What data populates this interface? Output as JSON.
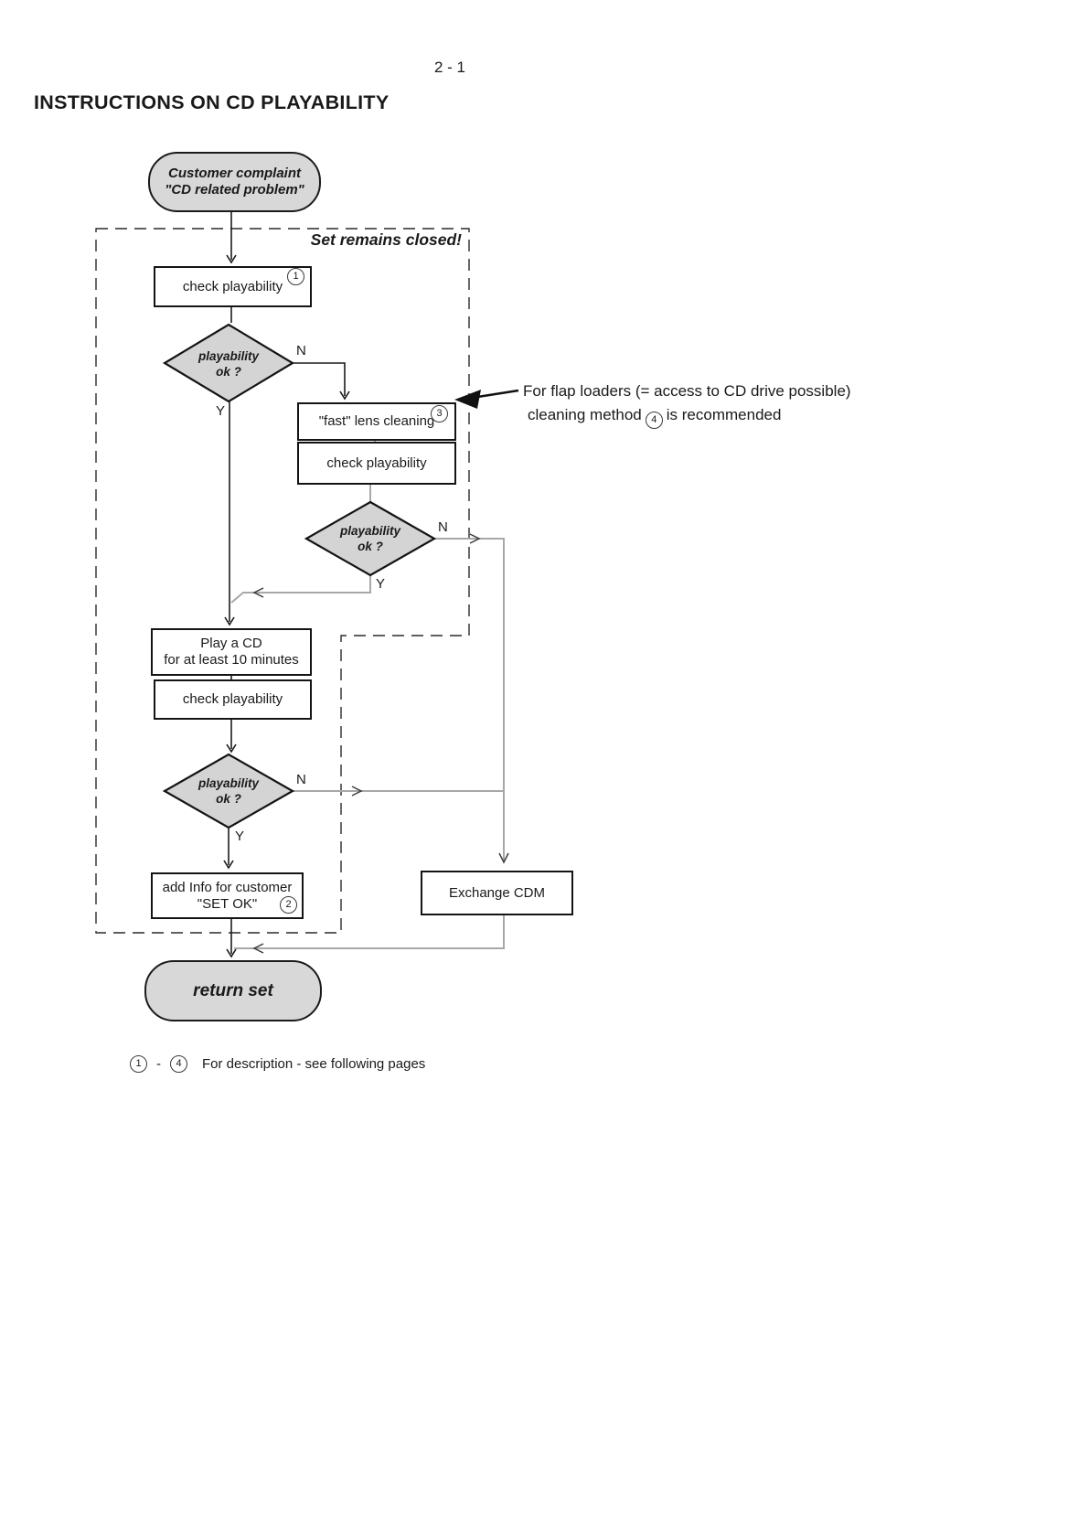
{
  "page": {
    "number": "2 - 1",
    "title": "INSTRUCTIONS ON CD PLAYABILITY"
  },
  "colors": {
    "shape_fill": "#d8d8d8",
    "shape_border": "#141414",
    "connector_black": "#1c1c1c",
    "connector_gray": "#a8a8a8"
  },
  "flowchart": {
    "start": {
      "line1": "Customer complaint",
      "line2": "\"CD related problem\""
    },
    "region_label": "Set remains closed!",
    "check1": {
      "label": "check playability",
      "badge": "1"
    },
    "decision1": {
      "line1": "playability",
      "line2": "ok ?",
      "no": "N",
      "yes": "Y"
    },
    "fast_clean": {
      "label": "\"fast\" lens cleaning",
      "badge": "3"
    },
    "check2": {
      "label": "check playability"
    },
    "decision2": {
      "line1": "playability",
      "line2": "ok ?",
      "no": "N",
      "yes": "Y"
    },
    "play_cd": {
      "line1": "Play a CD",
      "line2": "for at least 10 minutes"
    },
    "check3": {
      "label": "check playability"
    },
    "decision3": {
      "line1": "playability",
      "line2": "ok ?",
      "no": "N",
      "yes": "Y"
    },
    "add_info": {
      "line1": "add Info for customer",
      "line2": "\"SET OK\"",
      "badge": "2"
    },
    "exchange": {
      "label": "Exchange CDM"
    },
    "end": {
      "label": "return set"
    },
    "annotation": {
      "line1": "For flap loaders (= access to CD drive possible)",
      "line2_pre": "cleaning method",
      "line2_badge": "4",
      "line2_post": "is recommended"
    },
    "footnote": {
      "from_badge": "1",
      "dash": "-",
      "to_badge": "4",
      "text": "For description - see following pages"
    }
  }
}
